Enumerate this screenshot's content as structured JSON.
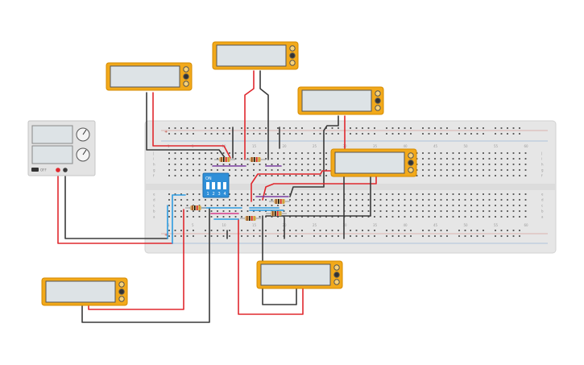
{
  "breadboard": {
    "column_numbers": [
      "1",
      "5",
      "10",
      "15",
      "20",
      "25",
      "30",
      "35",
      "40",
      "45",
      "50",
      "55",
      "60"
    ],
    "row_letters_top": [
      "j",
      "i",
      "h",
      "g",
      "f"
    ],
    "row_letters_bottom": [
      "e",
      "d",
      "c",
      "b",
      "a"
    ],
    "rail_plus": "+",
    "rail_minus": "−"
  },
  "dip_switch": {
    "label": "ON",
    "positions": [
      "1",
      "2",
      "3",
      "4"
    ]
  },
  "power_supply": {
    "button_label": "OFF"
  },
  "colors": {
    "meter_body": "#f2a91a",
    "meter_screen": "#dde3e6",
    "wire_red": "#e0282e",
    "wire_black": "#3a3a3a",
    "wire_blue": "#2d9be0",
    "wire_purple": "#7b3fa0",
    "wire_pink": "#d63a8a",
    "breadboard": "#e6e6e6",
    "dip_switch": "#2f8fd8"
  },
  "icons": [
    "multimeter-icon",
    "power-supply-icon",
    "resistor-icon",
    "dip-switch-icon",
    "breadboard-icon"
  ]
}
